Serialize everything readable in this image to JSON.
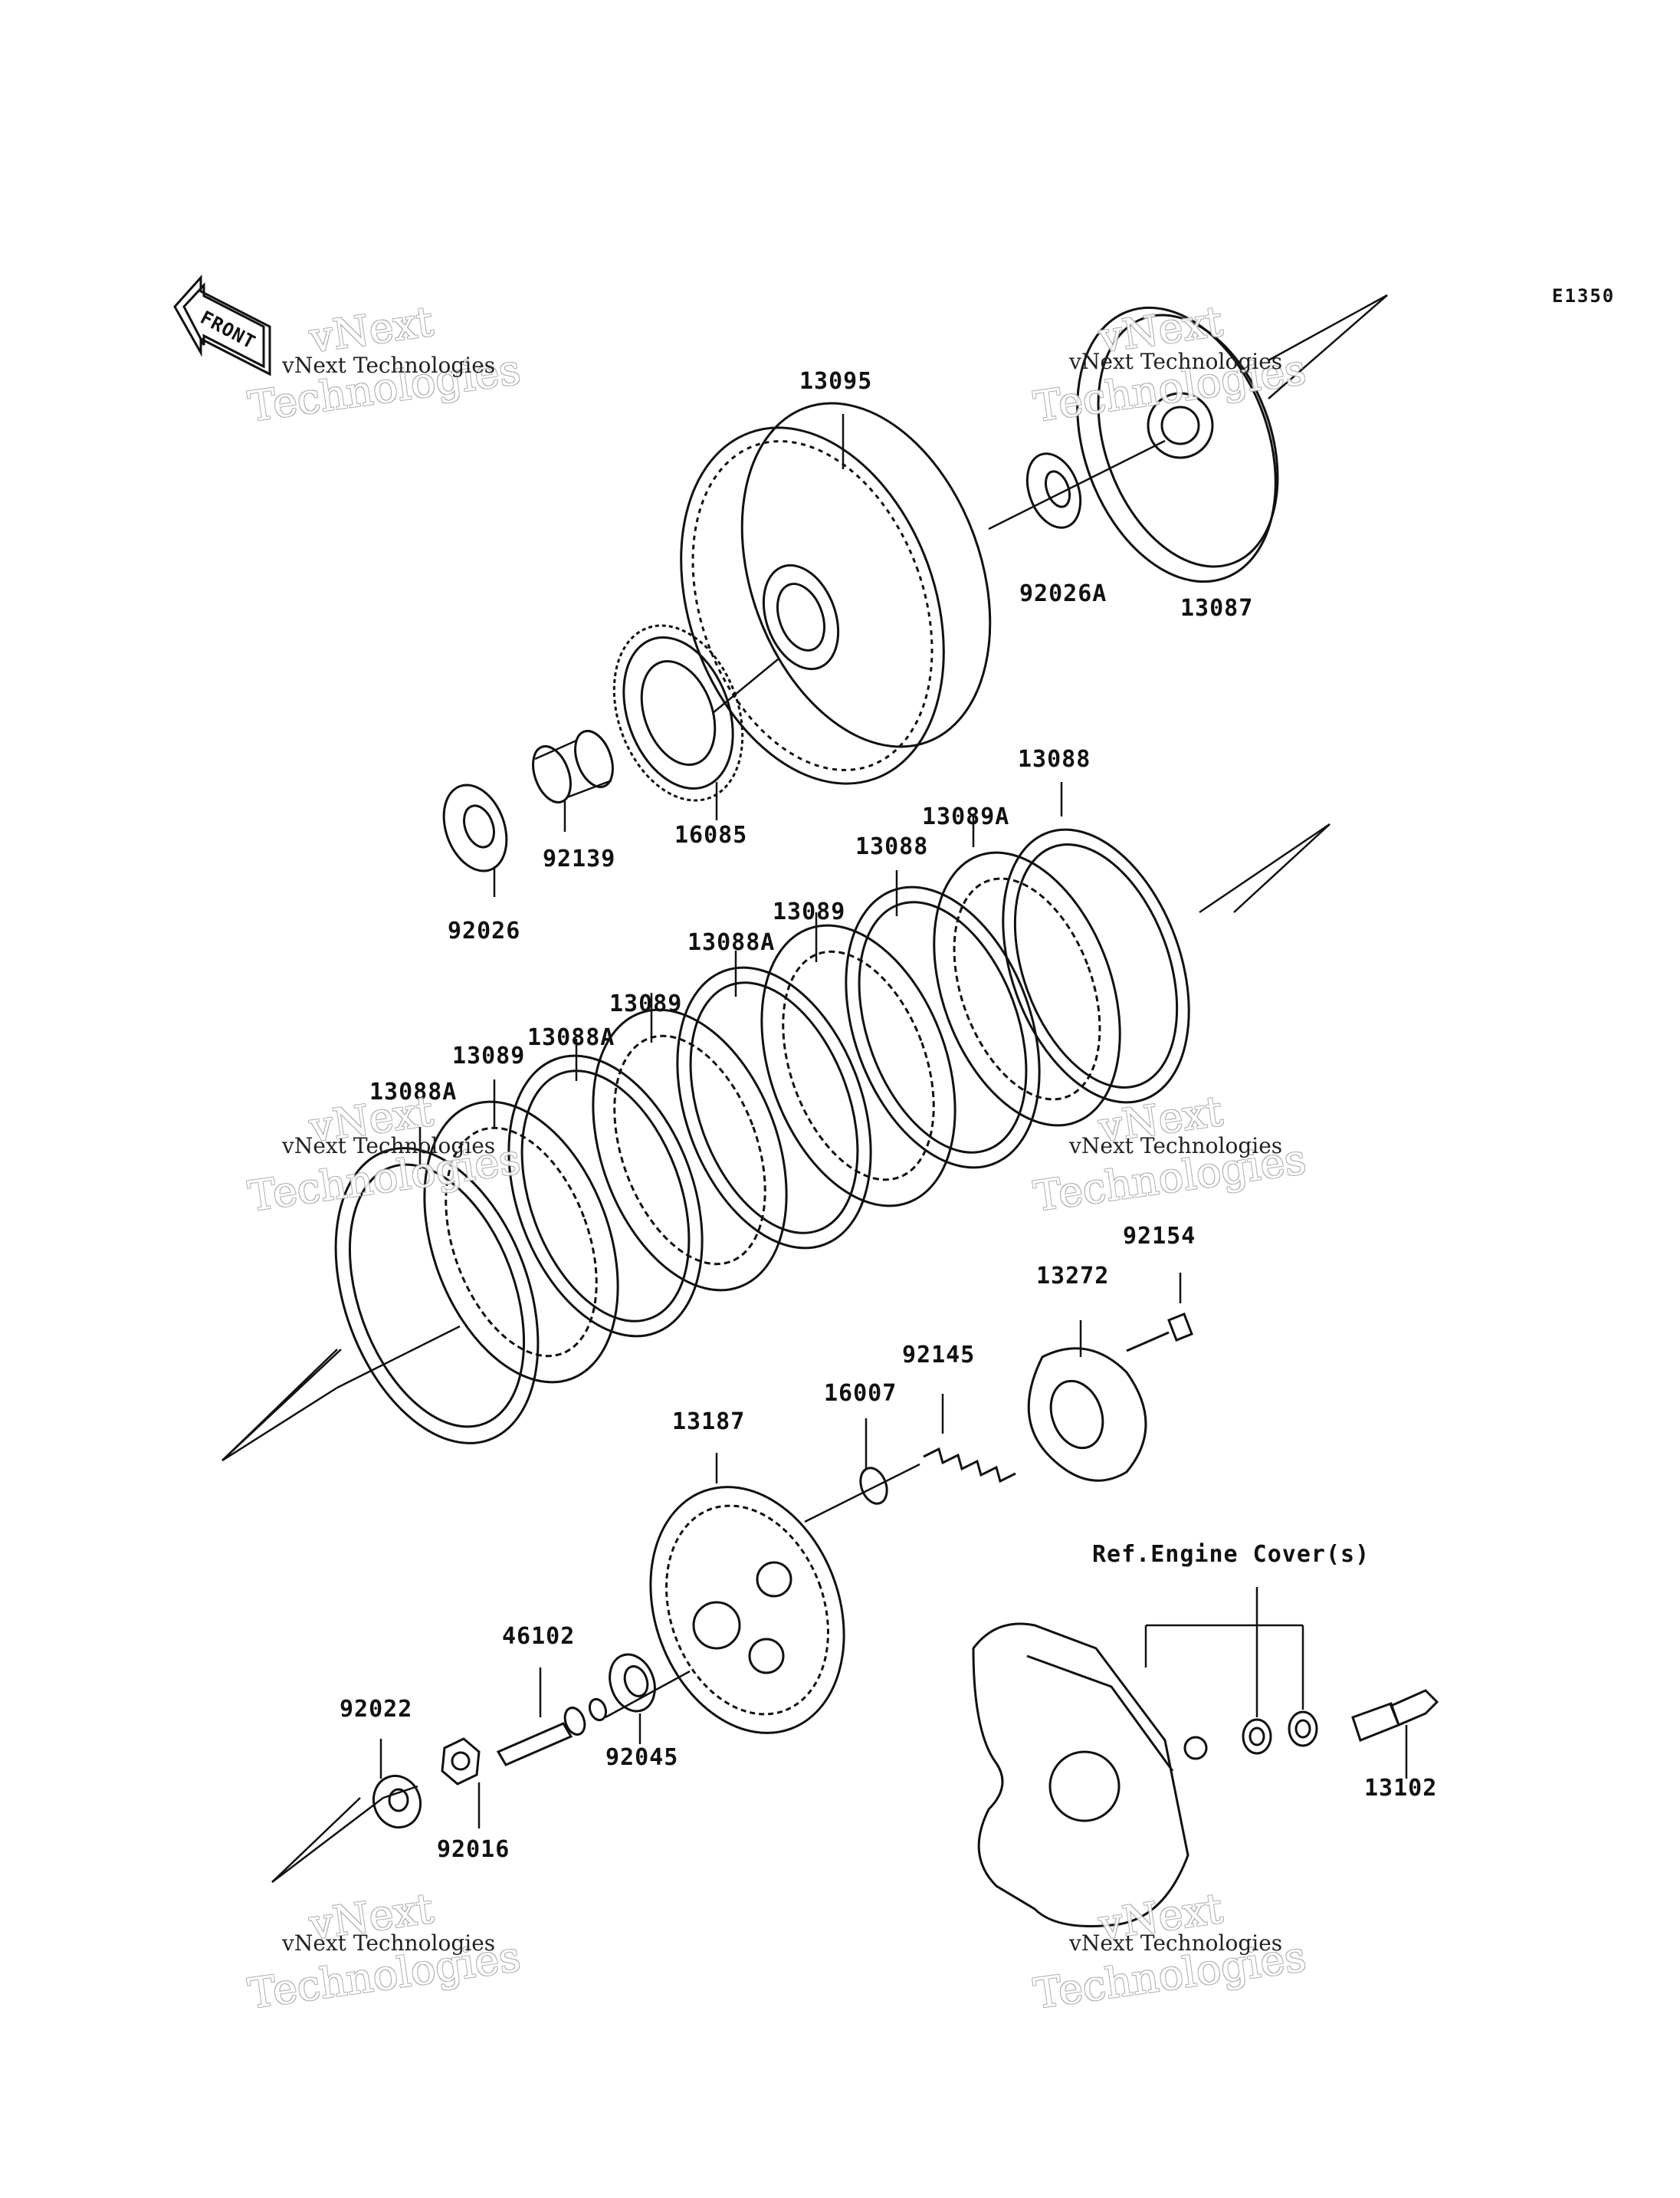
{
  "diagram": {
    "code": "E1350",
    "front_label": "FRONT",
    "reference_label": "Ref.Engine Cover(s)",
    "watermark": {
      "small": "vNext Technologies",
      "big_top": "vNext",
      "big_bottom": "Technologies"
    },
    "parts": [
      "13095",
      "92026A",
      "13087",
      "16085",
      "92139",
      "92026",
      "13088",
      "13089A",
      "13088",
      "13089",
      "13088A",
      "13089",
      "13088A",
      "13089",
      "13088A",
      "92154",
      "13272",
      "92145",
      "16007",
      "13187",
      "46102",
      "92045",
      "92022",
      "92016",
      "13102"
    ]
  }
}
